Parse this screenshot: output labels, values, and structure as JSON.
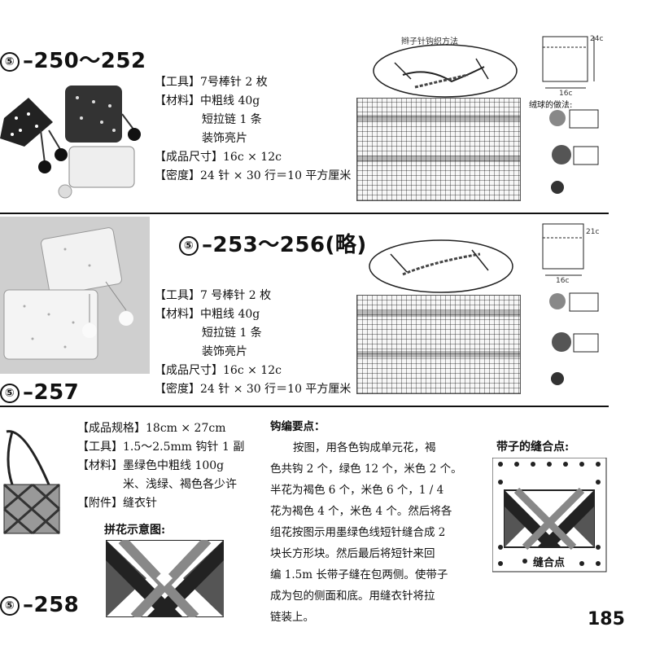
{
  "section1": {
    "number": "⑤",
    "title": "–250～252",
    "specs": [
      {
        "key": "【工具】",
        "value": "7号棒针 2 枚"
      },
      {
        "key": "【材料】",
        "value": "中粗线 40g"
      },
      {
        "key": "",
        "value": "短拉链 1 条"
      },
      {
        "key": "",
        "value": "装饰亮片"
      },
      {
        "key": "【成品尺寸】",
        "value": "16c × 12c"
      },
      {
        "key": "【密度】",
        "value": "24 针 × 30 行＝10 平方厘米"
      }
    ],
    "oval_caption": "辫子针钩织方法",
    "pompom_caption": "绒球的做法:",
    "dim_width": "16c",
    "dim_height": "24c"
  },
  "section2": {
    "number": "⑤",
    "title": "–253～256(略)",
    "left_number": "⑤",
    "left_title": "–257",
    "specs": [
      {
        "key": "【工具】",
        "value": "7 号棒针 2 枚"
      },
      {
        "key": "【材料】",
        "value": "中粗线 40g"
      },
      {
        "key": "",
        "value": "短拉链 1 条"
      },
      {
        "key": "",
        "value": "装饰亮片"
      },
      {
        "key": "【成品尺寸】",
        "value": "16c × 12c"
      },
      {
        "key": "【密度】",
        "value": "24 针 × 30 行＝10 平方厘米"
      }
    ],
    "dim_width": "16c",
    "dim_height": "21c"
  },
  "section3": {
    "number": "⑤",
    "title": "–258",
    "specs": [
      {
        "key": "【成品规格】",
        "value": "18cm × 27cm"
      },
      {
        "key": "【工具】",
        "value": "1.5～2.5mm 钩针 1 副"
      },
      {
        "key": "【材料】",
        "value": "墨绿色中粗线 100g"
      },
      {
        "key": "",
        "value": "米、浅绿、褐色各少许"
      },
      {
        "key": "【附件】",
        "value": "缝衣针"
      }
    ],
    "diagram_caption": "拼花示意图:",
    "method_title": "钩编要点：",
    "method_lines": [
      "按图，用各色钩成单元花，褐",
      "色共钩 2 个，绿色 12 个，米色 2 个。",
      "半花为褐色 6 个，米色 6 个，1 / 4",
      "花为褐色 4 个，米色 4 个。然后将各",
      "组花按图示用墨绿色线短针缝合成 2",
      "块长方形块。然后最后将短针来回",
      "编 1.5m 长带子缝在包两侧。使带子",
      "成为包的侧面和底。用缝衣针将拉",
      "链装上。"
    ],
    "strap_title": "带子的缝合点:",
    "seam_label": "缝合点"
  },
  "page_number": "185"
}
